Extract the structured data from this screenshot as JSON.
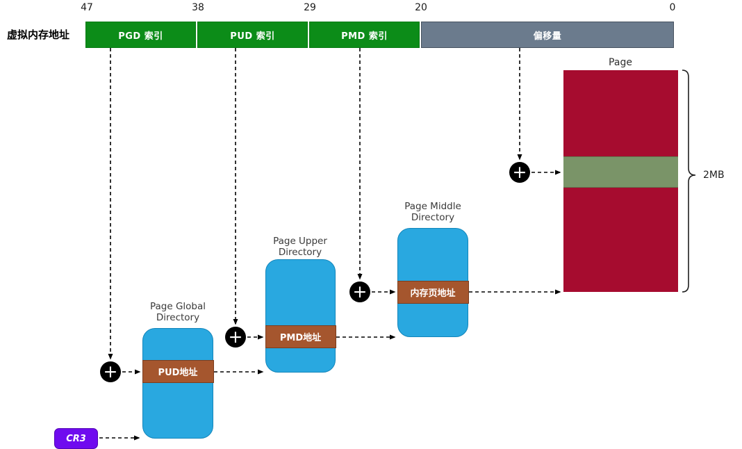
{
  "colors": {
    "green": "#0c8c18",
    "green-border": "#077a12",
    "slate": "#6b7b8d",
    "slate-border": "#46525f",
    "blue": "#29a8e0",
    "blue-border": "#1285ba",
    "brown": "#a5562e",
    "brown-border": "#7c3c1d",
    "dark-red": "#a60c2f",
    "olive": "#7a9468",
    "olive-border": "#5f7a50",
    "purple": "#6f0bef",
    "purple-border": "#5206b4"
  },
  "address_bar": {
    "label": "虚拟内存地址",
    "bit_labels": [
      "47",
      "38",
      "29",
      "20",
      "0"
    ],
    "segments": [
      {
        "label": "PGD 索引"
      },
      {
        "label": "PUD 索引"
      },
      {
        "label": "PMD 索引"
      },
      {
        "label": "偏移量"
      }
    ]
  },
  "directories": [
    {
      "title_lines": [
        "Page Global",
        "Directory"
      ],
      "entry": "PUD地址"
    },
    {
      "title_lines": [
        "Page Upper",
        "Directory"
      ],
      "entry": "PMD地址"
    },
    {
      "title_lines": [
        "Page Middle",
        "Directory"
      ],
      "entry": "内存页地址"
    }
  ],
  "page": {
    "title": "Page",
    "size": "2MB"
  },
  "cr3_label": "CR3",
  "plus_symbol": "+"
}
